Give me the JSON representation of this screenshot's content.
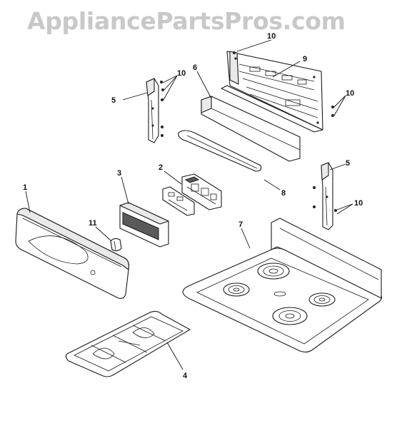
{
  "watermark": "AppliancePartsPros.com",
  "callouts": {
    "p1": "1",
    "p2": "2",
    "p3": "3",
    "p4": "4",
    "p5_left": "5",
    "p5_right": "5",
    "p6": "6",
    "p7": "7",
    "p8": "8",
    "p9": "9",
    "p10_top": "10",
    "p10_left": "10",
    "p10_right_upper": "10",
    "p10_right_lower": "10",
    "p11": "11"
  }
}
